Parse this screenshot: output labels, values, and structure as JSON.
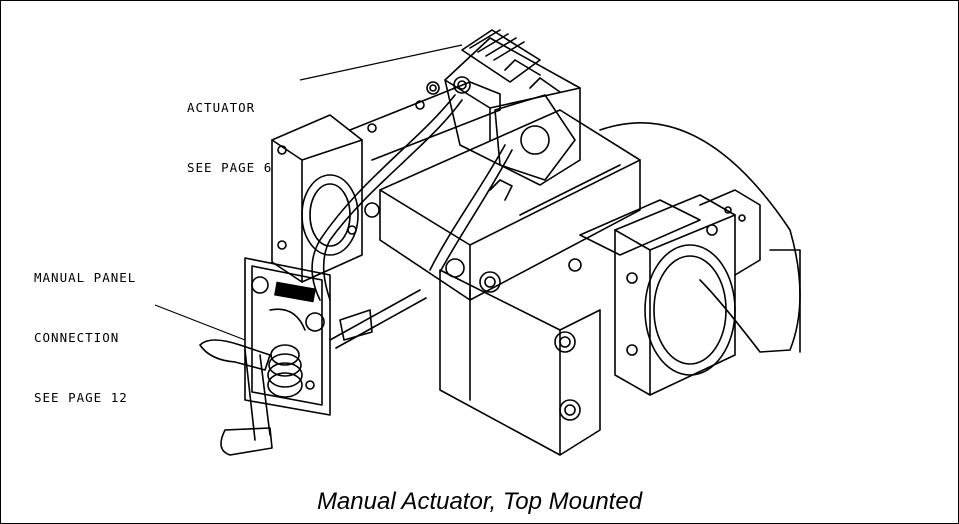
{
  "callouts": {
    "actuator": {
      "line1": "ACTUATOR",
      "line2": "SEE PAGE 6"
    },
    "manual_panel": {
      "line1": "MANUAL PANEL",
      "line2": "CONNECTION",
      "line3": "SEE PAGE 12"
    }
  },
  "caption": "Manual Actuator, Top Mounted",
  "colors": {
    "ink": "#000000",
    "paper": "#ffffff"
  }
}
